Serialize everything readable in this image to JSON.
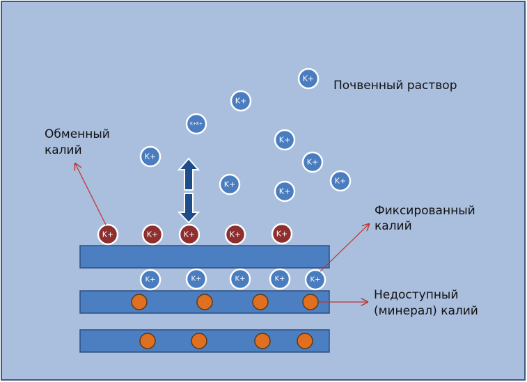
{
  "labels": {
    "soil_solution": "Почвенный раствор",
    "exchangeable_line1": "Обменный",
    "exchangeable_line2": "калий",
    "fixed_line1": "Фиксированный",
    "fixed_line2": "калий",
    "unavailable_line1": "Недоступный",
    "unavailable_line2": "(минерал) калий"
  },
  "ion_labels": {
    "free": "K+",
    "free_small": "K+K+",
    "exchangeable": "K+",
    "fixed": "K+"
  },
  "colors": {
    "background": "#a9bfdd",
    "frame": "#3c5a80",
    "free_ion": "#4a7dbf",
    "exchangeable_ion": "#8e2f2f",
    "fixed_ion": "#4a7dbf",
    "mineral_dot": "#e07020",
    "layer_fill": "#4b7fc1",
    "layer_stroke": "#2c4f80",
    "arrow_fill": "#1f4d8a",
    "pointer_line": "#c03030"
  }
}
